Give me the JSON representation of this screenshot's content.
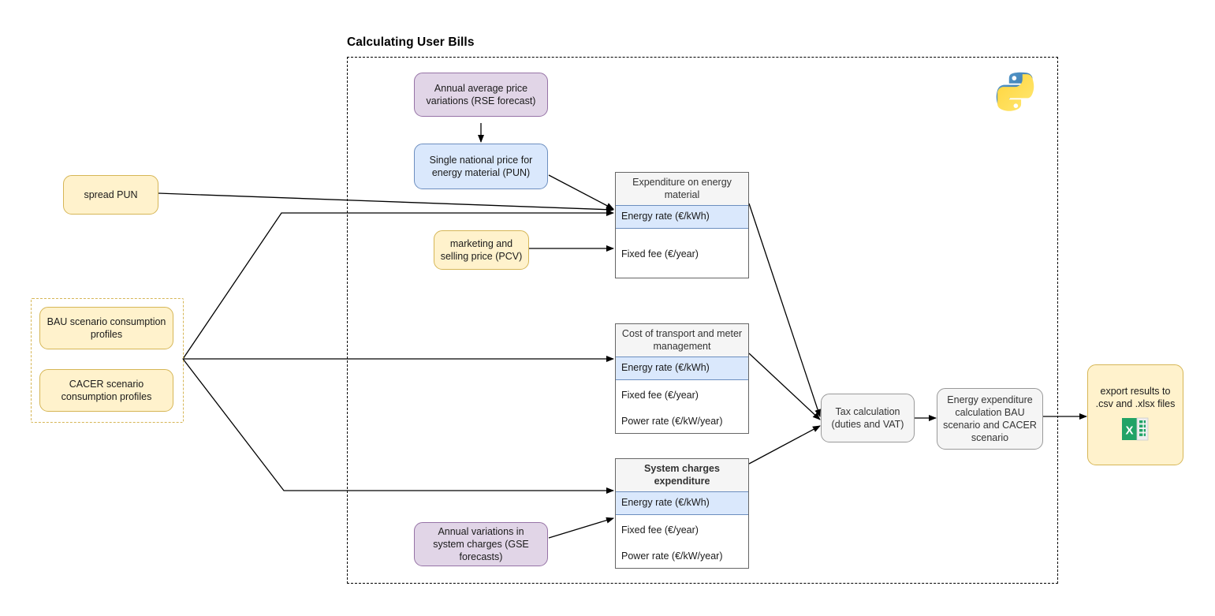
{
  "diagram": {
    "container_title": "Calculating User Bills",
    "logo_icon": "python-logo-icon"
  },
  "inputs": {
    "spread_pun": "spread PUN",
    "bau_profiles": "BAU scenario consumption profiles",
    "cacer_profiles": "CACER scenario consumption profiles",
    "pcv": "marketing and selling price (PCV)",
    "rse": "Annual average price variations (RSE forecast)",
    "gse": "Annual variations in system charges (GSE forecasts)",
    "pun": "Single national price for energy material (PUN)"
  },
  "tables": [
    {
      "header": "Expenditure on energy material",
      "header_bold": false,
      "rows": [
        {
          "label": "Energy rate (€/kWh)",
          "highlighted": true
        },
        {
          "label": "Fixed fee (€/year)",
          "highlighted": false
        }
      ]
    },
    {
      "header": "Cost of transport and meter management",
      "header_bold": false,
      "rows": [
        {
          "label": "Energy rate (€/kWh)",
          "highlighted": true
        },
        {
          "label": "Fixed fee (€/year)",
          "highlighted": false
        },
        {
          "label": "Power rate (€/kW/year)",
          "highlighted": false
        }
      ]
    },
    {
      "header": "System charges expenditure",
      "header_bold": true,
      "rows": [
        {
          "label": "Energy rate (€/kWh)",
          "highlighted": true
        },
        {
          "label": "Fixed fee (€/year)",
          "highlighted": false
        },
        {
          "label": "Power rate (€/kW/year)",
          "highlighted": false
        }
      ]
    }
  ],
  "processes": {
    "tax": "Tax calculation (duties and VAT)",
    "energy_expenditure": "Energy expenditure calculation BAU scenario and CACER scenario"
  },
  "output": {
    "export": "export results to .csv and .xlsx files",
    "export_icon": "excel-file-icon"
  },
  "colors": {
    "yellow_fill": "#fff2cc",
    "yellow_stroke": "#d6b656",
    "purple_fill": "#e1d5e7",
    "purple_stroke": "#9673a6",
    "blue_fill": "#dae8fc",
    "blue_stroke": "#6c8ebf",
    "grey_fill": "#f5f5f5",
    "grey_stroke": "#999999",
    "table_header_fill": "#f5f5f5",
    "edge_stroke": "#000000",
    "excel_green": "#21a366"
  }
}
